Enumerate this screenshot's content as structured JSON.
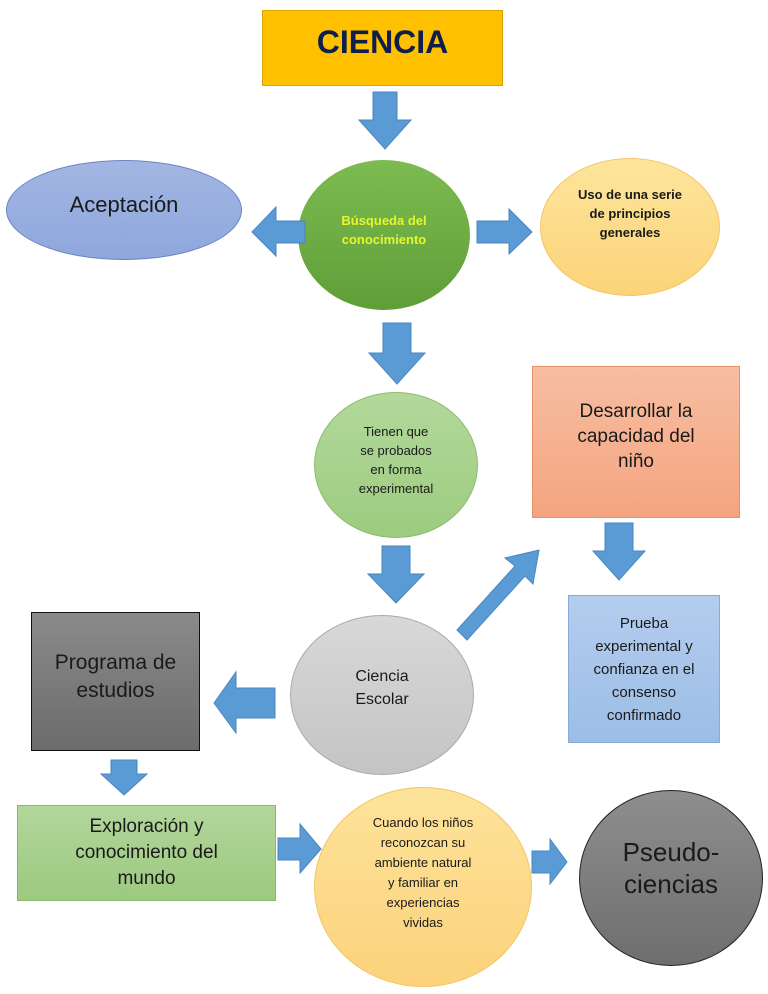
{
  "title": "CIENCIA",
  "nodes": {
    "ciencia": "CIENCIA",
    "aceptacion": "Aceptación",
    "busqueda": "Búsqueda del\nconocimiento",
    "uso_principios": "Uso de una serie\nde principios\ngenerales",
    "probados": "Tienen que\nse probados\nen forma\nexperimental",
    "desarrollar": "Desarrollar  la\ncapacidad del\nniño",
    "prueba": "Prueba\nexperimental y\nconfianza en el\nconsenso\nconfirmado",
    "ciencia_escolar": "Ciencia\nEscolar",
    "programa": "Programa de\nestudios",
    "exploracion": "Exploración y\nconocimiento del\nmundo",
    "cuando_ninos": "Cuando los niños\nreconozcan su\nambiente natural\ny familiar en\nexperiencias\nvividas",
    "pseudociencias": "Pseudo-\nciencias"
  },
  "edges": [
    {
      "from": "CIENCIA",
      "to": "Búsqueda del conocimiento"
    },
    {
      "from": "Búsqueda del conocimiento",
      "to": "Aceptación"
    },
    {
      "from": "Búsqueda del conocimiento",
      "to": "Uso de una serie de principios generales"
    },
    {
      "from": "Búsqueda del conocimiento",
      "to": "Tienen que se probados en forma experimental"
    },
    {
      "from": "Tienen que se probados en forma experimental",
      "to": "Ciencia Escolar"
    },
    {
      "from": "Ciencia Escolar",
      "to": "Desarrollar la capacidad del niño"
    },
    {
      "from": "Desarrollar la capacidad del niño",
      "to": "Prueba experimental y confianza en el consenso confirmado"
    },
    {
      "from": "Ciencia Escolar",
      "to": "Programa de estudios"
    },
    {
      "from": "Programa de estudios",
      "to": "Exploración y conocimiento del mundo"
    },
    {
      "from": "Exploración y conocimiento del mundo",
      "to": "Cuando los niños reconozcan su ambiente natural y familiar en experiencias vividas"
    },
    {
      "from": "Cuando los niños reconozcan su ambiente natural y familiar en experiencias vividas",
      "to": "Pseudo-ciencias"
    }
  ],
  "colors": {
    "arrow": "#5b9bd5",
    "ciencia_box": "#ffc000",
    "ciencia_text": "#0d1f4a",
    "busqueda_text": "#e8f52a"
  }
}
